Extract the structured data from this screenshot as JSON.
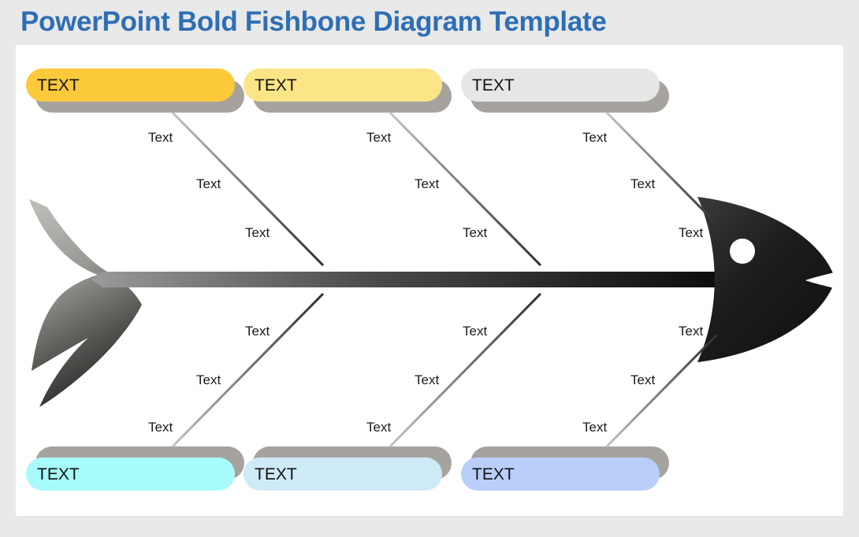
{
  "page": {
    "title": "PowerPoint Bold Fishbone Diagram Template",
    "background_color": "#e9e9e9",
    "card_color": "#ffffff",
    "title_color": "#2e6eb5"
  },
  "diagram": {
    "type": "fishbone",
    "spine_gradient_from": "#9a9a9a",
    "spine_gradient_to": "#0d0d0d",
    "head_color": "#1e1e1e",
    "tail_gradient_from": "#b3b1ad",
    "tail_gradient_to": "#2a2a2a",
    "shadow_color": "#a6a39e",
    "bone_line_light": "#b8b8b8",
    "bone_line_dark": "#333333",
    "eye_color": "#ffffff",
    "mouth_color": "#ffffff",
    "categories": [
      {
        "id": "top-1",
        "label": "TEXT",
        "color": "#fcc93b",
        "position": "top",
        "index": 0,
        "causes": [
          "Text",
          "Text",
          "Text"
        ]
      },
      {
        "id": "top-2",
        "label": "TEXT",
        "color": "#fce587",
        "position": "top",
        "index": 1,
        "causes": [
          "Text",
          "Text",
          "Text"
        ]
      },
      {
        "id": "top-3",
        "label": "TEXT",
        "color": "#e6e6e6",
        "position": "top",
        "index": 2,
        "causes": [
          "Text",
          "Text",
          "Text"
        ]
      },
      {
        "id": "bottom-1",
        "label": "TEXT",
        "color": "#a8fbfb",
        "position": "bottom",
        "index": 0,
        "causes": [
          "Text",
          "Text",
          "Text"
        ]
      },
      {
        "id": "bottom-2",
        "label": "TEXT",
        "color": "#cfeaf7",
        "position": "bottom",
        "index": 1,
        "causes": [
          "Text",
          "Text",
          "Text"
        ]
      },
      {
        "id": "bottom-3",
        "label": "TEXT",
        "color": "#b9cffa",
        "position": "bottom",
        "index": 2,
        "causes": [
          "Text",
          "Text",
          "Text"
        ]
      }
    ]
  }
}
